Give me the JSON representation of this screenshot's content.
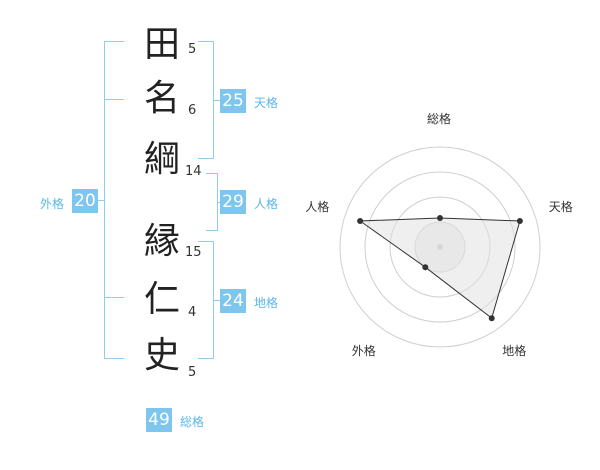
{
  "name_chars": [
    {
      "char": "田",
      "strokes": "5"
    },
    {
      "char": "名",
      "strokes": "6"
    },
    {
      "char": "綱",
      "strokes": "14"
    },
    {
      "char": "縁",
      "strokes": "15"
    },
    {
      "char": "仁",
      "strokes": "4"
    },
    {
      "char": "史",
      "strokes": "5"
    }
  ],
  "kaku": {
    "tenkaku": {
      "value": "25",
      "label": "天格"
    },
    "jinkaku": {
      "value": "29",
      "label": "人格"
    },
    "chikaku": {
      "value": "24",
      "label": "地格"
    },
    "gaikaku": {
      "value": "20",
      "label": "外格"
    },
    "soukaku": {
      "value": "49",
      "label": "総格"
    }
  },
  "colors": {
    "accent": "#7fc6ef",
    "bracket": "#8dcdf0",
    "text": "#222222"
  },
  "chart_data": {
    "type": "radar",
    "axes": [
      "総格",
      "天格",
      "地格",
      "外格",
      "人格"
    ],
    "values": [
      0.29,
      0.84,
      0.88,
      0.25,
      0.84
    ],
    "range": [
      0,
      1
    ],
    "rings": 4
  }
}
